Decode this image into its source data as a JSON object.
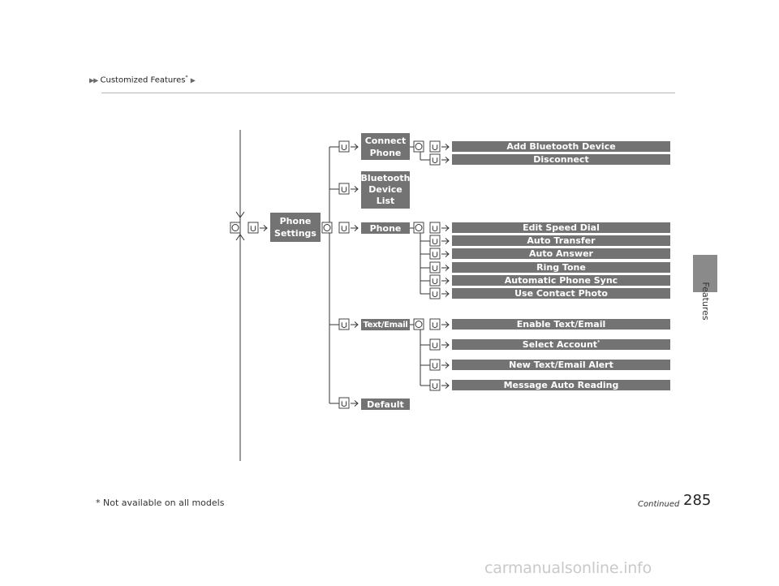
{
  "header": {
    "breadcrumb_title": "Customized Features",
    "breadcrumb_asterisk": "*"
  },
  "side_tab": {
    "label": "Features"
  },
  "diagram": {
    "root": {
      "label_line1": "Phone",
      "label_line2": "Settings"
    },
    "connect_phone": {
      "line1": "Connect",
      "line2": "Phone"
    },
    "bt_device_list": {
      "line1": "Bluetooth",
      "line2": "Device",
      "line3": "List"
    },
    "phone": {
      "label": "Phone"
    },
    "text_email": {
      "label": "Text/Email"
    },
    "default": {
      "label": "Default"
    },
    "connect_items": [
      "Add Bluetooth Device",
      "Disconnect"
    ],
    "phone_items": [
      "Edit Speed Dial",
      "Auto Transfer",
      "Auto Answer",
      "Ring Tone",
      "Automatic Phone Sync",
      "Use Contact Photo"
    ],
    "text_items": [
      "Enable Text/Email",
      "Select Account",
      "New Text/Email Alert",
      "Message Auto Reading"
    ],
    "select_account_asterisk": "*"
  },
  "footer": {
    "page_number": "285",
    "continued": "Continued",
    "footnote": "* Not available on all models",
    "watermark": "carmanualsonline.info"
  }
}
